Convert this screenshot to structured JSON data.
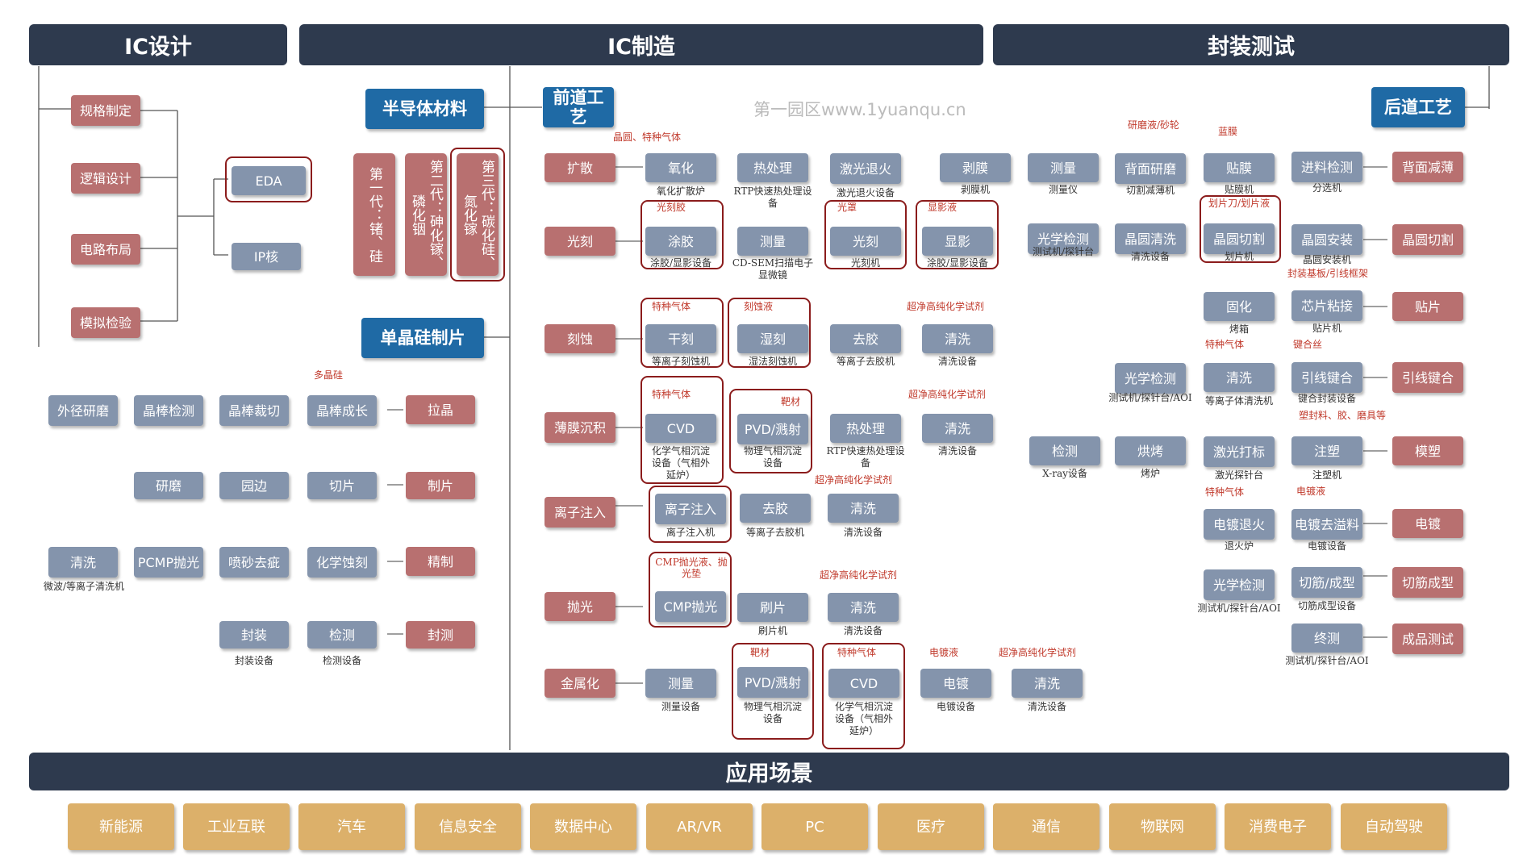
{
  "headers": {
    "ic_design": "IC设计",
    "ic_mfg": "IC制造",
    "pkg_test": "封装测试",
    "apps": "应用场景"
  },
  "watermark": "第一园区www.1yuanqu.cn",
  "design": {
    "spec": "规格制定",
    "logic": "逻辑设计",
    "layout": "电路布局",
    "sim": "模拟检验",
    "eda": "EDA",
    "ip": "IP核"
  },
  "materials": {
    "title": "半导体材料",
    "gen1": "第一代：锗、硅",
    "gen2": "第二代：砷化镓、磷化铟",
    "gen3": "第三代：碳化硅、氮化镓"
  },
  "wafer": {
    "title": "单晶硅制片",
    "polysilicon": "多晶硅",
    "r1": [
      "外径研磨",
      "晶棒检测",
      "晶棒裁切",
      "晶棒成长",
      "拉晶"
    ],
    "r2": [
      "研磨",
      "园边",
      "切片",
      "制片"
    ],
    "r3": [
      "清洗",
      "PCMP抛光",
      "喷砂去疵",
      "化学蚀刻",
      "精制"
    ],
    "r3_cap": "微波/等离子清洗机",
    "r4": [
      "封装",
      "检测",
      "封测"
    ],
    "r4_caps": [
      "封装设备",
      "检测设备"
    ]
  },
  "front": {
    "title": "前道工艺",
    "stages": [
      "扩散",
      "光刻",
      "刻蚀",
      "薄膜沉积",
      "离子注入",
      "抛光",
      "金属化"
    ],
    "diff": {
      "tag": "晶圆、特种气体",
      "boxes": [
        "氧化",
        "热处理",
        "激光退火"
      ],
      "caps": [
        "氧化扩散炉",
        "RTP快速热处理设备",
        "激光退火设备"
      ]
    },
    "litho": {
      "tags": [
        "光刻胶",
        "光罩",
        "显影液"
      ],
      "boxes": [
        "涂胶",
        "测量",
        "光刻",
        "显影"
      ],
      "caps": [
        "涂胶/显影设备",
        "CD-SEM扫描电子显微镜",
        "光刻机",
        "涂胶/显影设备"
      ]
    },
    "etch": {
      "tags": [
        "特种气体",
        "刻蚀液",
        "超净高纯化学试剂"
      ],
      "boxes": [
        "干刻",
        "湿刻",
        "去胶",
        "清洗"
      ],
      "caps": [
        "等离子刻蚀机",
        "湿法刻蚀机",
        "等离子去胶机",
        "清洗设备"
      ]
    },
    "film": {
      "tags": [
        "特种气体",
        "靶材",
        "超净高纯化学试剂"
      ],
      "boxes": [
        "CVD",
        "PVD/溅射",
        "热处理",
        "清洗"
      ],
      "caps": [
        "化学气相沉淀设备（气相外延炉）",
        "物理气相沉淀设备",
        "RTP快速热处理设备",
        "清洗设备"
      ]
    },
    "ion": {
      "tag": "超净高纯化学试剂",
      "boxes": [
        "离子注入",
        "去胶",
        "清洗"
      ],
      "caps": [
        "离子注入机",
        "等离子去胶机",
        "清洗设备"
      ]
    },
    "polish": {
      "tags": [
        "CMP抛光液、抛光垫",
        "超净高纯化学试剂"
      ],
      "boxes": [
        "CMP抛光",
        "刷片",
        "清洗"
      ],
      "caps": [
        "刷片机",
        "清洗设备"
      ]
    },
    "metal": {
      "tags": [
        "靶材",
        "特种气体",
        "电镀液",
        "超净高纯化学试剂"
      ],
      "boxes": [
        "测量",
        "PVD/溅射",
        "CVD",
        "电镀",
        "清洗"
      ],
      "caps": [
        "测量设备",
        "物理气相沉淀设备",
        "化学气相沉淀设备（气相外延炉）",
        "电镀设备",
        "清洗设备"
      ]
    }
  },
  "mid": {
    "boxes": [
      "剥膜",
      "测量",
      "背面研磨",
      "贴膜",
      "光学检测",
      "晶圆清洗",
      "晶圆切割",
      "固化",
      "光学检测",
      "清洗",
      "检测",
      "烘烤",
      "激光打标",
      "电镀退火",
      "光学检测"
    ],
    "caps": [
      "剥膜机",
      "测量仪",
      "切割减薄机",
      "贴膜机",
      "测试机/探针台",
      "清洗设备",
      "划片机",
      "烤箱",
      "测试机/探针台/AOI",
      "等离子体清洗机",
      "X-ray设备",
      "烤炉",
      "激光探针台",
      "退火炉",
      "测试机/探针台/AOI"
    ],
    "tags": [
      "研磨液/砂轮",
      "蓝膜",
      "划片刀/划片液",
      "特种气体",
      "特种气体"
    ]
  },
  "back": {
    "title": "后道工艺",
    "right": [
      "背面减薄",
      "晶圆切割",
      "贴片",
      "引线键合",
      "模塑",
      "电镀",
      "切筋成型",
      "成品测试"
    ],
    "inner": [
      "进料检测",
      "晶圆安装",
      "芯片粘接",
      "引线键合",
      "注塑",
      "电镀去溢料",
      "切筋/成型",
      "终测"
    ],
    "caps": [
      "分选机",
      "晶圆安装机",
      "贴片机",
      "键合封装设备",
      "注塑机",
      "电镀设备",
      "切筋成型设备",
      "测试机/探针台/AOI"
    ],
    "tags": [
      "封装基板/引线框架",
      "键合丝",
      "塑封料、胶、磨具等",
      "电镀液"
    ]
  },
  "apps": [
    "新能源",
    "工业互联",
    "汽车",
    "信息安全",
    "数据中心",
    "AR/VR",
    "PC",
    "医疗",
    "通信",
    "物联网",
    "消费电子",
    "自动驾驶"
  ],
  "colors": {
    "header": "#2e3a4e",
    "gray_box": "#8494ac",
    "red_box": "#b87070",
    "blue_box": "#1f6aa5",
    "gold_box": "#dcb06a",
    "highlight": "#8b1c1c",
    "tag_text": "#c0392b"
  }
}
